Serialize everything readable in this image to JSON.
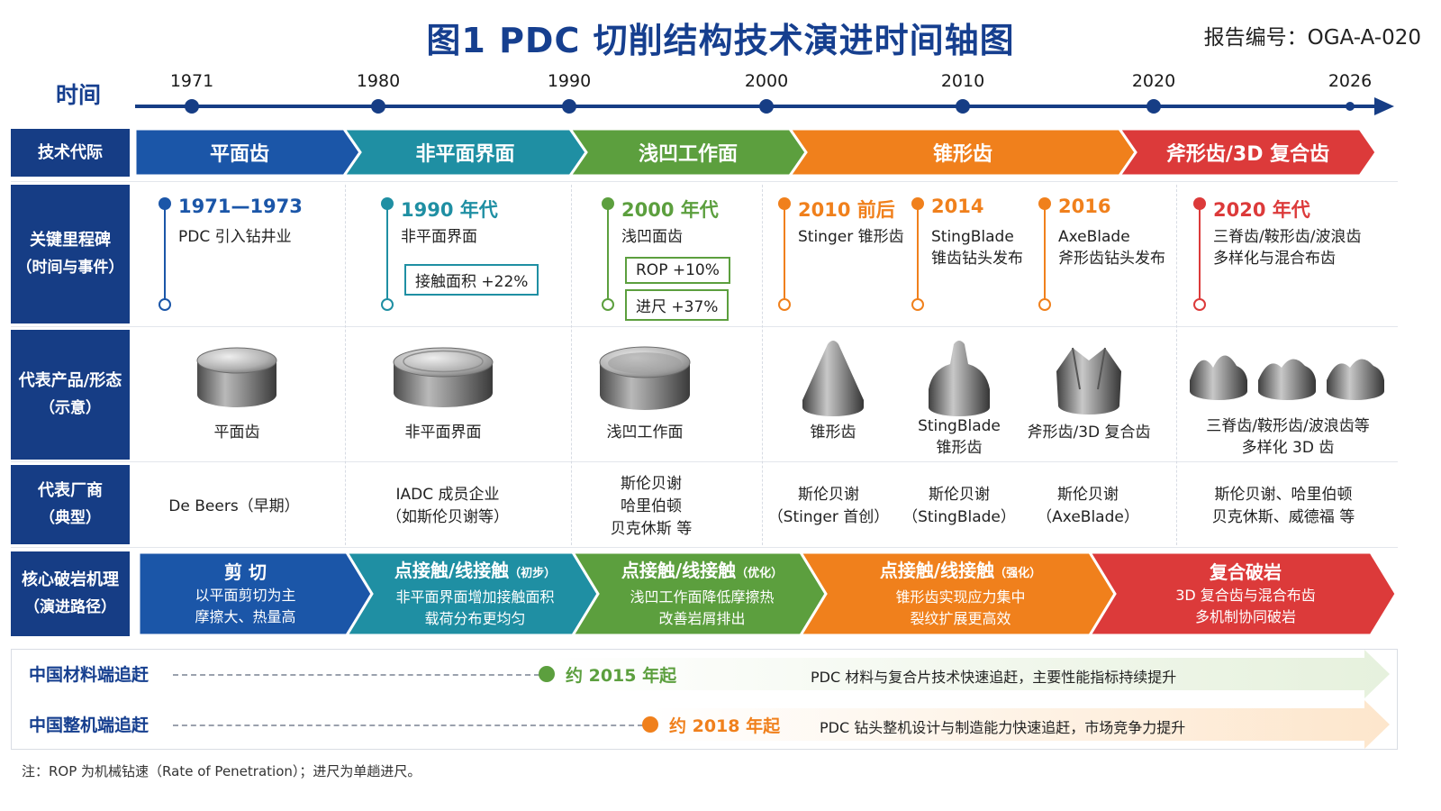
{
  "header": {
    "title": "图1 PDC 切削结构技术演进时间轴图",
    "report_no": "报告编号：OGA-A-020"
  },
  "timeline": {
    "label": "时间",
    "years": [
      "1971",
      "1980",
      "1990",
      "2000",
      "2010",
      "2020",
      "2026"
    ]
  },
  "rows": {
    "era": "技术代际",
    "milestone": [
      "关键里程碑",
      "（时间与事件）"
    ],
    "product": [
      "代表产品/形态",
      "（示意）"
    ],
    "vendor": [
      "代表厂商",
      "（典型）"
    ],
    "mechanism": [
      "核心破岩机理",
      "（演进路径）"
    ]
  },
  "eras": [
    {
      "label": "平面齿",
      "color": "#1b56a8"
    },
    {
      "label": "非平面界面",
      "color": "#1f8fa3"
    },
    {
      "label": "浅凹工作面",
      "color": "#5c9f3e"
    },
    {
      "label": "锥形齿",
      "color": "#f0801c"
    },
    {
      "label": "斧形齿/3D 复合齿",
      "color": "#dc3a3a"
    }
  ],
  "milestones": [
    {
      "date": "1971—1973",
      "text": [
        "PDC 引入钻井业"
      ],
      "color": "#1b56a8",
      "badges": []
    },
    {
      "date": "1990 年代",
      "text": [
        "非平面界面"
      ],
      "color": "#1f8fa3",
      "badges": [
        "接触面积 +22%"
      ]
    },
    {
      "date": "2000 年代",
      "text": [
        "浅凹面齿"
      ],
      "color": "#5c9f3e",
      "badges": [
        "ROP +10%",
        "进尺 +37%"
      ]
    },
    {
      "date": "2010 前后",
      "text": [
        "Stinger 锥形齿"
      ],
      "color": "#f0801c",
      "badges": []
    },
    {
      "date": "2014",
      "text": [
        "StingBlade",
        "锥齿钻头发布"
      ],
      "color": "#f0801c",
      "badges": []
    },
    {
      "date": "2016",
      "text": [
        "AxeBlade",
        "斧形齿钻头发布"
      ],
      "color": "#f0801c",
      "badges": []
    },
    {
      "date": "2020 年代",
      "text": [
        "三脊齿/鞍形齿/波浪齿",
        "多样化与混合布齿"
      ],
      "color": "#dc3a3a",
      "badges": []
    }
  ],
  "products": [
    {
      "caption": [
        "平面齿"
      ],
      "shape": "flat-cylinder"
    },
    {
      "caption": [
        "非平面界面"
      ],
      "shape": "domed-cylinder"
    },
    {
      "caption": [
        "浅凹工作面"
      ],
      "shape": "concave-cylinder"
    },
    {
      "caption": [
        "锥形齿"
      ],
      "shape": "cone"
    },
    {
      "caption": [
        "StingBlade",
        "锥形齿"
      ],
      "shape": "stingblade-cutter"
    },
    {
      "caption": [
        "斧形齿/3D 复合齿"
      ],
      "shape": "axe-cutter"
    },
    {
      "caption": [
        "三脊齿/鞍形齿/波浪齿等",
        "多样化 3D 齿"
      ],
      "shape": "multi-3d-cutters"
    }
  ],
  "vendors": [
    [
      "De Beers（早期）"
    ],
    [
      "IADC 成员企业",
      "（如斯伦贝谢等）"
    ],
    [
      "斯伦贝谢",
      "哈里伯顿",
      "贝克休斯 等"
    ],
    [
      "斯伦贝谢",
      "（Stinger 首创）"
    ],
    [
      "斯伦贝谢",
      "（StingBlade）"
    ],
    [
      "斯伦贝谢",
      "（AxeBlade）"
    ],
    [
      "斯伦贝谢、哈里伯顿",
      "贝克休斯、威德福 等"
    ]
  ],
  "mechanisms": [
    {
      "title": "剪 切",
      "sub": "",
      "lines": [
        "以平面剪切为主",
        "摩擦大、热量高"
      ],
      "color": "#1b56a8"
    },
    {
      "title": "点接触/线接触",
      "sub": "（初步）",
      "lines": [
        "非平面界面增加接触面积",
        "载荷分布更均匀"
      ],
      "color": "#1f8fa3"
    },
    {
      "title": "点接触/线接触",
      "sub": "（优化）",
      "lines": [
        "浅凹工作面降低摩擦热",
        "改善岩屑排出"
      ],
      "color": "#5c9f3e"
    },
    {
      "title": "点接触/线接触",
      "sub": "（强化）",
      "lines": [
        "锥形齿实现应力集中",
        "裂纹扩展更高效"
      ],
      "color": "#f0801c"
    },
    {
      "title": "复合破岩",
      "sub": "",
      "lines": [
        "3D 复合齿与混合布齿",
        "多机制协同破岩"
      ],
      "color": "#dc3a3a"
    }
  ],
  "catchup": [
    {
      "label": "中国材料端追赶",
      "start": "约 2015 年起",
      "desc": "PDC 材料与复合片技术快速追赶，主要性能指标持续提升",
      "color": "#5c9f3e",
      "fill": "#e6f1dd"
    },
    {
      "label": "中国整机端追赶",
      "start": "约 2018 年起",
      "desc": "PDC 钻头整机设计与制造能力快速追赶，市场竞争力提升",
      "color": "#f0801c",
      "fill": "#fde6cc"
    }
  ],
  "note": "注：ROP 为机械钻速（Rate of Penetration）；进尺为单趟进尺。"
}
